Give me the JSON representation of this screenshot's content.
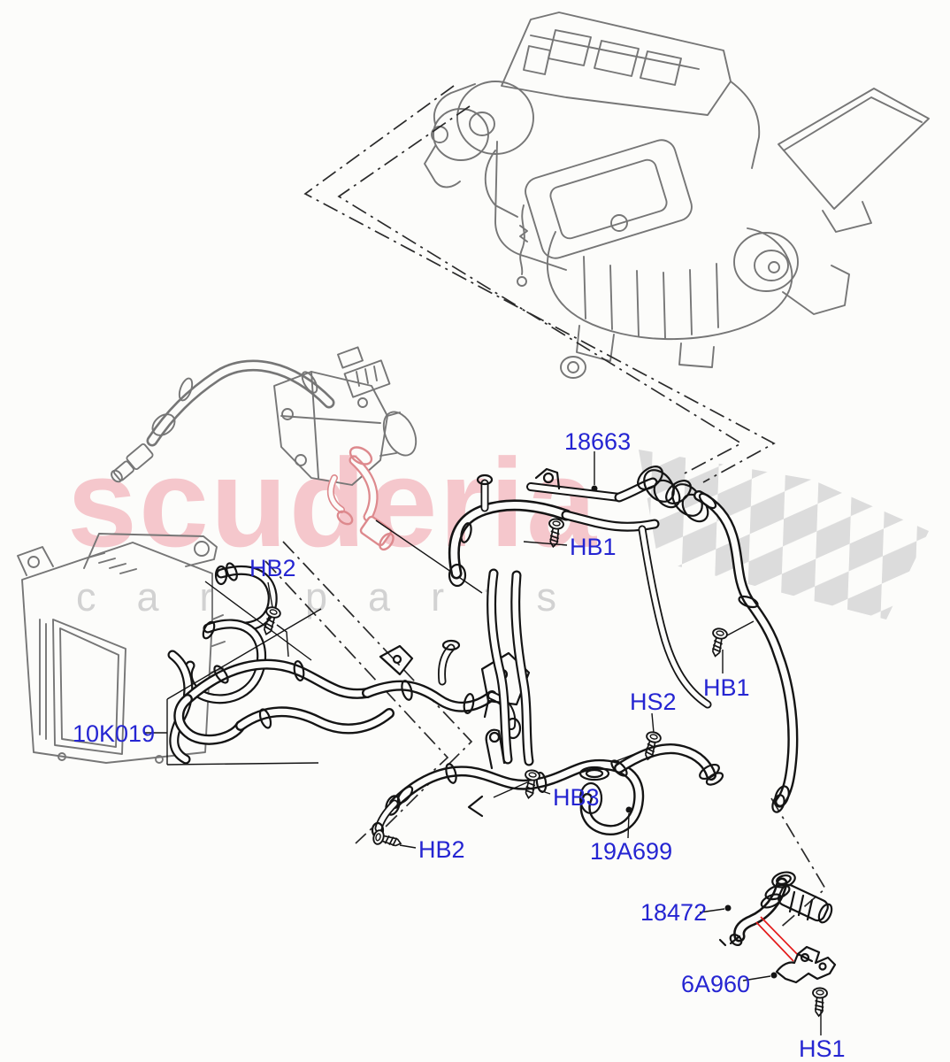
{
  "watermark": {
    "brand": "scuderia",
    "subtitle": "car parts"
  },
  "colors": {
    "label_blue": "#2525d2",
    "watermark_pink": "#f5c7cc",
    "watermark_gray": "#d2d2d2",
    "flag_gray": "#dcdcdc",
    "drawing_black": "#141414",
    "drawing_gray": "#767676",
    "highlight_salmon": "#dd898d",
    "alignment_red": "#e31a1a",
    "background": "#fcfcfa"
  },
  "part_labels": [
    {
      "id": "18663",
      "text": "18663"
    },
    {
      "id": "hb1-upper",
      "text": "HB1"
    },
    {
      "id": "hb2-upper",
      "text": "HB2"
    },
    {
      "id": "hb1-lower",
      "text": "HB1"
    },
    {
      "id": "10k019",
      "text": "10K019"
    },
    {
      "id": "hs2",
      "text": "HS2"
    },
    {
      "id": "hb3",
      "text": "HB3"
    },
    {
      "id": "19a699",
      "text": "19A699"
    },
    {
      "id": "hb2-lower",
      "text": "HB2"
    },
    {
      "id": "18472",
      "text": "18472"
    },
    {
      "id": "6a960",
      "text": "6A960"
    },
    {
      "id": "hs1",
      "text": "HS1"
    }
  ]
}
